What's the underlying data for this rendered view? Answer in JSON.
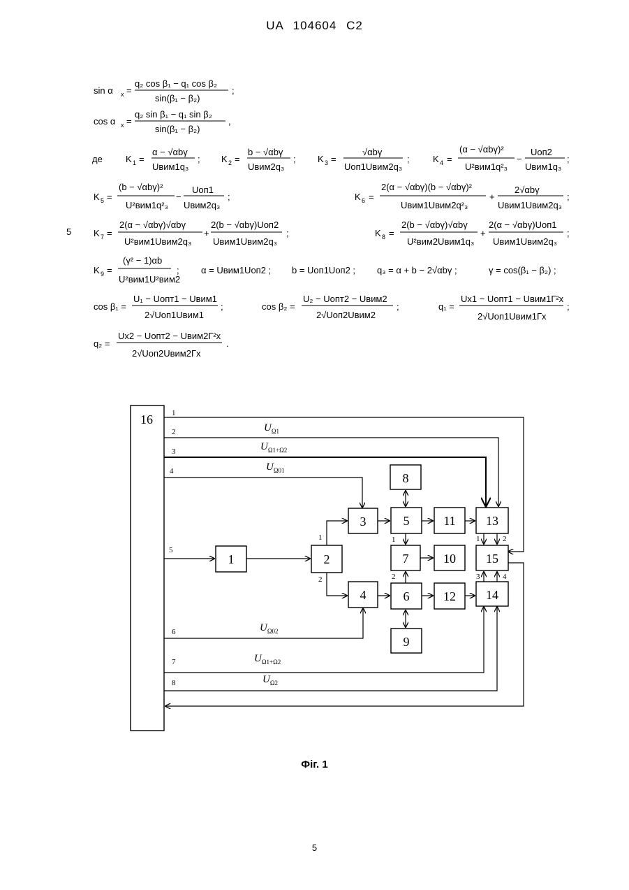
{
  "header": {
    "country": "UA",
    "number": "104604",
    "kind": "C2"
  },
  "line_number": "5",
  "formulas": {
    "sin_ax": {
      "lhs": "sin α",
      "sub": "x",
      "num": "q₂ cos β₁ − q₁ cos β₂",
      "den": "sin(β₁ − β₂)",
      "tail": ";"
    },
    "cos_ax": {
      "lhs": "cos α",
      "sub": "x",
      "num": "q₂ sin β₁ − q₁ sin β₂",
      "den": "sin(β₁ − β₂)",
      "tail": ","
    },
    "where": "де",
    "K1": {
      "lhs": "K",
      "sub": "1",
      "num": "α − √αbγ",
      "den": "Uвим1q₃",
      "tail": ";"
    },
    "K2": {
      "lhs": "K",
      "sub": "2",
      "num": "b − √αbγ",
      "den": "Uвим2q₃",
      "tail": ";"
    },
    "K3": {
      "lhs": "K",
      "sub": "3",
      "num": "√αbγ",
      "den": "Uоп1Uвим2q₃",
      "tail": ";"
    },
    "K4": {
      "lhs": "K",
      "sub": "4",
      "num": "(α − √αbγ)²",
      "den": "U²вим1q²₃",
      "minus": "−",
      "num2": "Uоп2",
      "den2": "Uвим1q₃",
      "tail": ";"
    },
    "K5": {
      "lhs": "K",
      "sub": "5",
      "num": "(b − √αbγ)²",
      "den": "U²вим1q²₃",
      "minus": "−",
      "num2": "Uоп1",
      "den2": "Uвим2q₃",
      "tail": ";"
    },
    "K6": {
      "lhs": "K",
      "sub": "6",
      "num": "2(α − √αbγ)(b − √αbγ)²",
      "den": "Uвим1Uвим2q²₃",
      "plus": "+",
      "num2": "2√αbγ",
      "den2": "Uвим1Uвим2q₃",
      "tail": ";"
    },
    "K7": {
      "lhs": "K",
      "sub": "7",
      "num": "2(α − √αbγ)√αbγ",
      "den": "U²вим1Uвим2q₃",
      "plus": "+",
      "num2": "2(b − √αbγ)Uоп2",
      "den2": "Uвим1Uвим2q₃",
      "tail": ";"
    },
    "K8": {
      "lhs": "K",
      "sub": "8",
      "num": "2(b − √αbγ)√αbγ",
      "den": "U²вим2Uвим1q₃",
      "plus": "+",
      "num2": "2(α − √αbγ)Uоп1",
      "den2": "Uвим1Uвим2q₃",
      "tail": ";"
    },
    "K9": {
      "lhs": "K",
      "sub": "9",
      "num": "(γ² − 1)αb",
      "den": "U²вим1U²вим2",
      "tail": ";"
    },
    "alpha_def": "α = Uвим1Uоп2 ;",
    "b_def": "b = Uоп1Uоп2 ;",
    "q3_def": "q₃ = α + b − 2√αbγ ;",
    "gamma_def": "γ = cos(β₁ − β₂) ;",
    "cos_b1": {
      "lhs": "cos β₁ =",
      "num": "U₁ − Uопт1 − Uвим1",
      "den": "2√Uоп1Uвим1",
      "tail": ";"
    },
    "cos_b2": {
      "lhs": "cos β₂ =",
      "num": "U₂ − Uопт2 − Uвим2",
      "den": "2√Uоп2Uвим2",
      "tail": ";"
    },
    "q1": {
      "lhs": "q₁ =",
      "num": "Uх1 − Uопт1 − Uвим1Г²х",
      "den": "2√Uоп1Uвим1Гх",
      "tail": ";"
    },
    "q2": {
      "lhs": "q₂ =",
      "num": "Uх2 − Uопт2 − Uвим2Г²х",
      "den": "2√Uоп2Uвим2Гх",
      "tail": "."
    }
  },
  "diagram": {
    "blocks": [
      "16",
      "1",
      "2",
      "3",
      "4",
      "5",
      "6",
      "7",
      "8",
      "9",
      "10",
      "11",
      "12",
      "13",
      "14",
      "15"
    ],
    "line_numbers": [
      "1",
      "2",
      "3",
      "4",
      "5",
      "6",
      "7",
      "8"
    ],
    "port_labels": {
      "b2_out1": "1",
      "b2_out2": "2",
      "b7_in1": "1",
      "b7_in2": "2",
      "b15_in1": "1",
      "b15_in2": "2",
      "b15_in3": "3",
      "b15_in4": "4"
    },
    "signals": {
      "s2": {
        "sym": "U",
        "sub": "Ω1"
      },
      "s3": {
        "sym": "U",
        "sub": "Ω1+Ω2"
      },
      "s4": {
        "sym": "U",
        "sub": "Ω01"
      },
      "s6": {
        "sym": "U",
        "sub": "Ω02"
      },
      "s7": {
        "sym": "U",
        "sub": "Ω1+Ω2"
      },
      "s8": {
        "sym": "U",
        "sub": "Ω2"
      }
    }
  },
  "caption": "Фіг. 1",
  "page_number": "5"
}
